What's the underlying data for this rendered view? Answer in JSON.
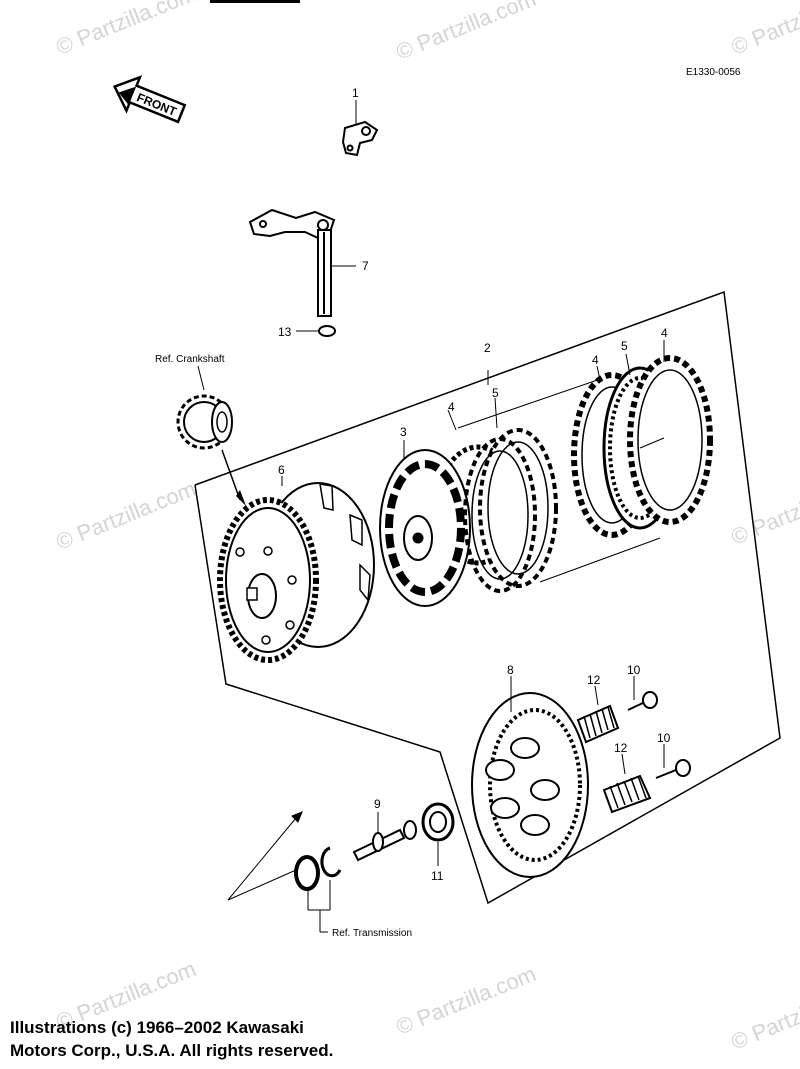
{
  "diagram": {
    "code": "E1330-0056",
    "front_arrow_label": "FRONT",
    "watermark": "© Partzilla.com",
    "refs": {
      "crankshaft": "Ref. Crankshaft",
      "transmission": "Ref. Transmission"
    },
    "callouts": {
      "c1": "1",
      "c2": "2",
      "c3": "3",
      "c4a": "4",
      "c4b": "4",
      "c4c": "4",
      "c5a": "5",
      "c5b": "5",
      "c6": "6",
      "c7": "7",
      "c8": "8",
      "c9": "9",
      "c10a": "10",
      "c10b": "10",
      "c11": "11",
      "c12a": "12",
      "c12b": "12",
      "c13": "13"
    }
  },
  "copyright": {
    "line1": "Illustrations (c) 1966–2002 Kawasaki",
    "line2": "Motors Corp., U.S.A.  All rights reserved."
  }
}
